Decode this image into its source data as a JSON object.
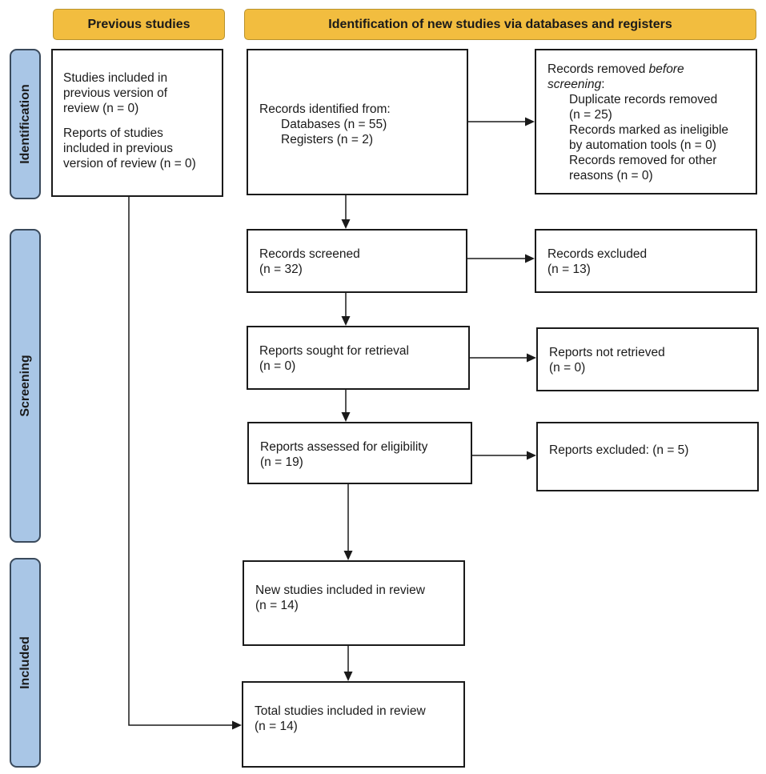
{
  "headers": {
    "previous": "Previous studies",
    "new": "Identification of new studies via databases and registers"
  },
  "phases": {
    "identification": "Identification",
    "screening": "Screening",
    "included": "Included"
  },
  "previous_studies": {
    "line1": "Studies included in",
    "line2": "previous version of",
    "line3": "review (n = 0)",
    "line4": "Reports of studies",
    "line5": "included in previous",
    "line6": "version of review (n = 0)"
  },
  "records_identified": {
    "line1": "Records identified from:",
    "line2": "Databases (n = 55)",
    "line3": "Registers (n = 2)"
  },
  "records_removed": {
    "line1_a": "Records removed ",
    "line1_b": "before",
    "line2_a": "screening",
    "line2_b": ":",
    "line3": "Duplicate records removed",
    "line4": "(n = 25)",
    "line5": "Records marked as ineligible",
    "line6": "by automation tools (n = 0)",
    "line7": "Records removed for other",
    "line8": "reasons (n = 0)"
  },
  "records_screened": {
    "line1": "Records screened",
    "line2": "(n = 32)"
  },
  "records_excluded": {
    "line1": "Records excluded",
    "line2": "(n = 13)"
  },
  "reports_sought": {
    "line1": "Reports sought for retrieval",
    "line2": "(n = 0)"
  },
  "reports_not_retrieved": {
    "line1": "Reports not retrieved",
    "line2": "(n = 0)"
  },
  "reports_assessed": {
    "line1": "Reports assessed for eligibility",
    "line2": "(n = 19)"
  },
  "reports_excluded": {
    "line1": "Reports excluded: (n = 5)"
  },
  "new_studies": {
    "line1": "New studies included in review",
    "line2": "(n = 14)"
  },
  "total_studies": {
    "line1": "Total studies included in review",
    "line2": "(n = 14)"
  }
}
